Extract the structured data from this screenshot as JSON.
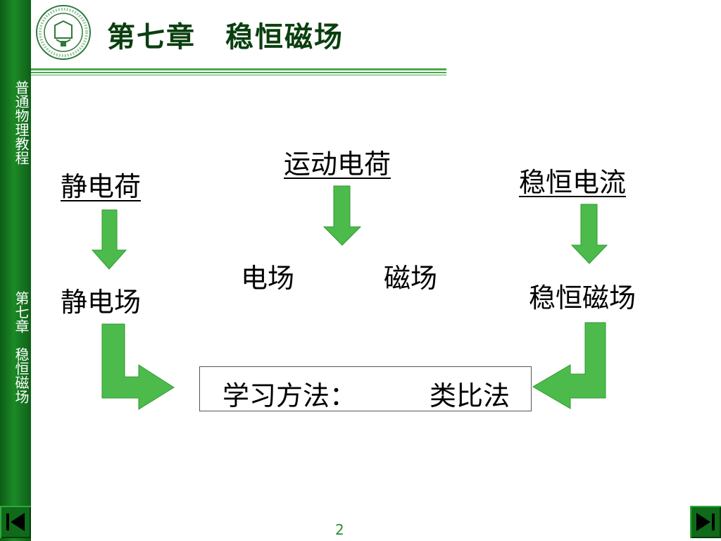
{
  "slide": {
    "title": "第七章　稳恒磁场",
    "page_number": "2"
  },
  "sidebar": {
    "course": "普通物理教程",
    "chapter_a": "第七章",
    "chapter_b": "稳恒磁场"
  },
  "content": {
    "static_charge": "静电荷",
    "electrostatic_field": "静电场",
    "moving_charge": "运动电荷",
    "electric_field": "电场",
    "magnetic_field": "磁场",
    "steady_current": "稳恒电流",
    "steady_magnetic_field": "稳恒磁场",
    "method_label": "学习方法：",
    "method_value": "类比法"
  },
  "colors": {
    "arrow": "#4cbb4c",
    "sidebar": "#1c8a26",
    "title": "#0a3f0f"
  }
}
